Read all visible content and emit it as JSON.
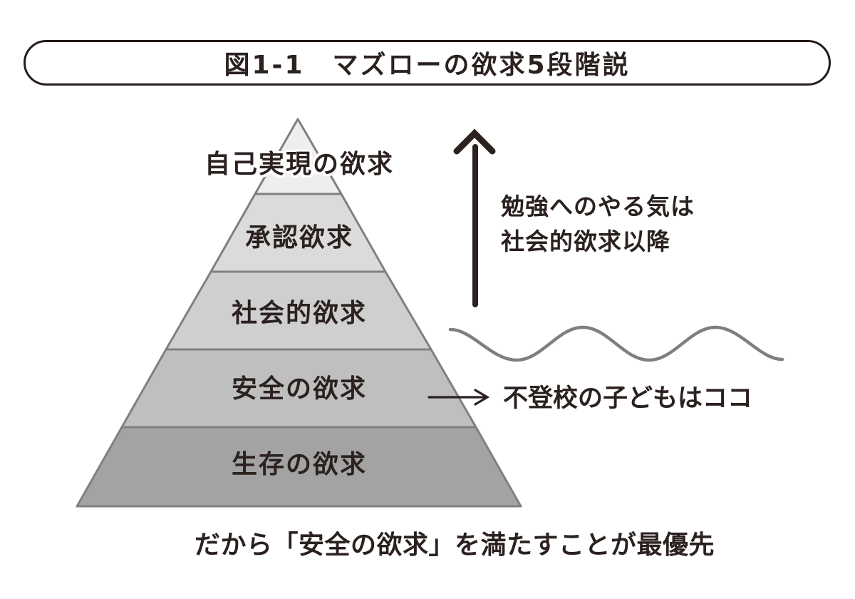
{
  "figure_title": "図1-1　マズローの欲求5段階説",
  "pyramid": {
    "border_color": "#808080",
    "levels": [
      {
        "label": "自己実現の欲求",
        "fill": "#efeeee"
      },
      {
        "label": "承認欲求",
        "fill": "#dbdbdb"
      },
      {
        "label": "社会的欲求",
        "fill": "#cfcfcf"
      },
      {
        "label": "安全の欲求",
        "fill": "#bfbfbf"
      },
      {
        "label": "生存の欲求",
        "fill": "#a3a3a3"
      }
    ]
  },
  "annotations": {
    "up_arrow_note_line1": "勉強へのやる気は",
    "up_arrow_note_line2": "社会的欲求以降",
    "side_pointer_note": "不登校の子どもはココ",
    "bottom_caption": "だから「安全の欲求」を満たすことが最優先"
  },
  "colors": {
    "text": "#2b2220",
    "arrow": "#2b2220",
    "wave_line": "#7f7f7f",
    "title_border": "#241c18",
    "background": "#ffffff"
  }
}
